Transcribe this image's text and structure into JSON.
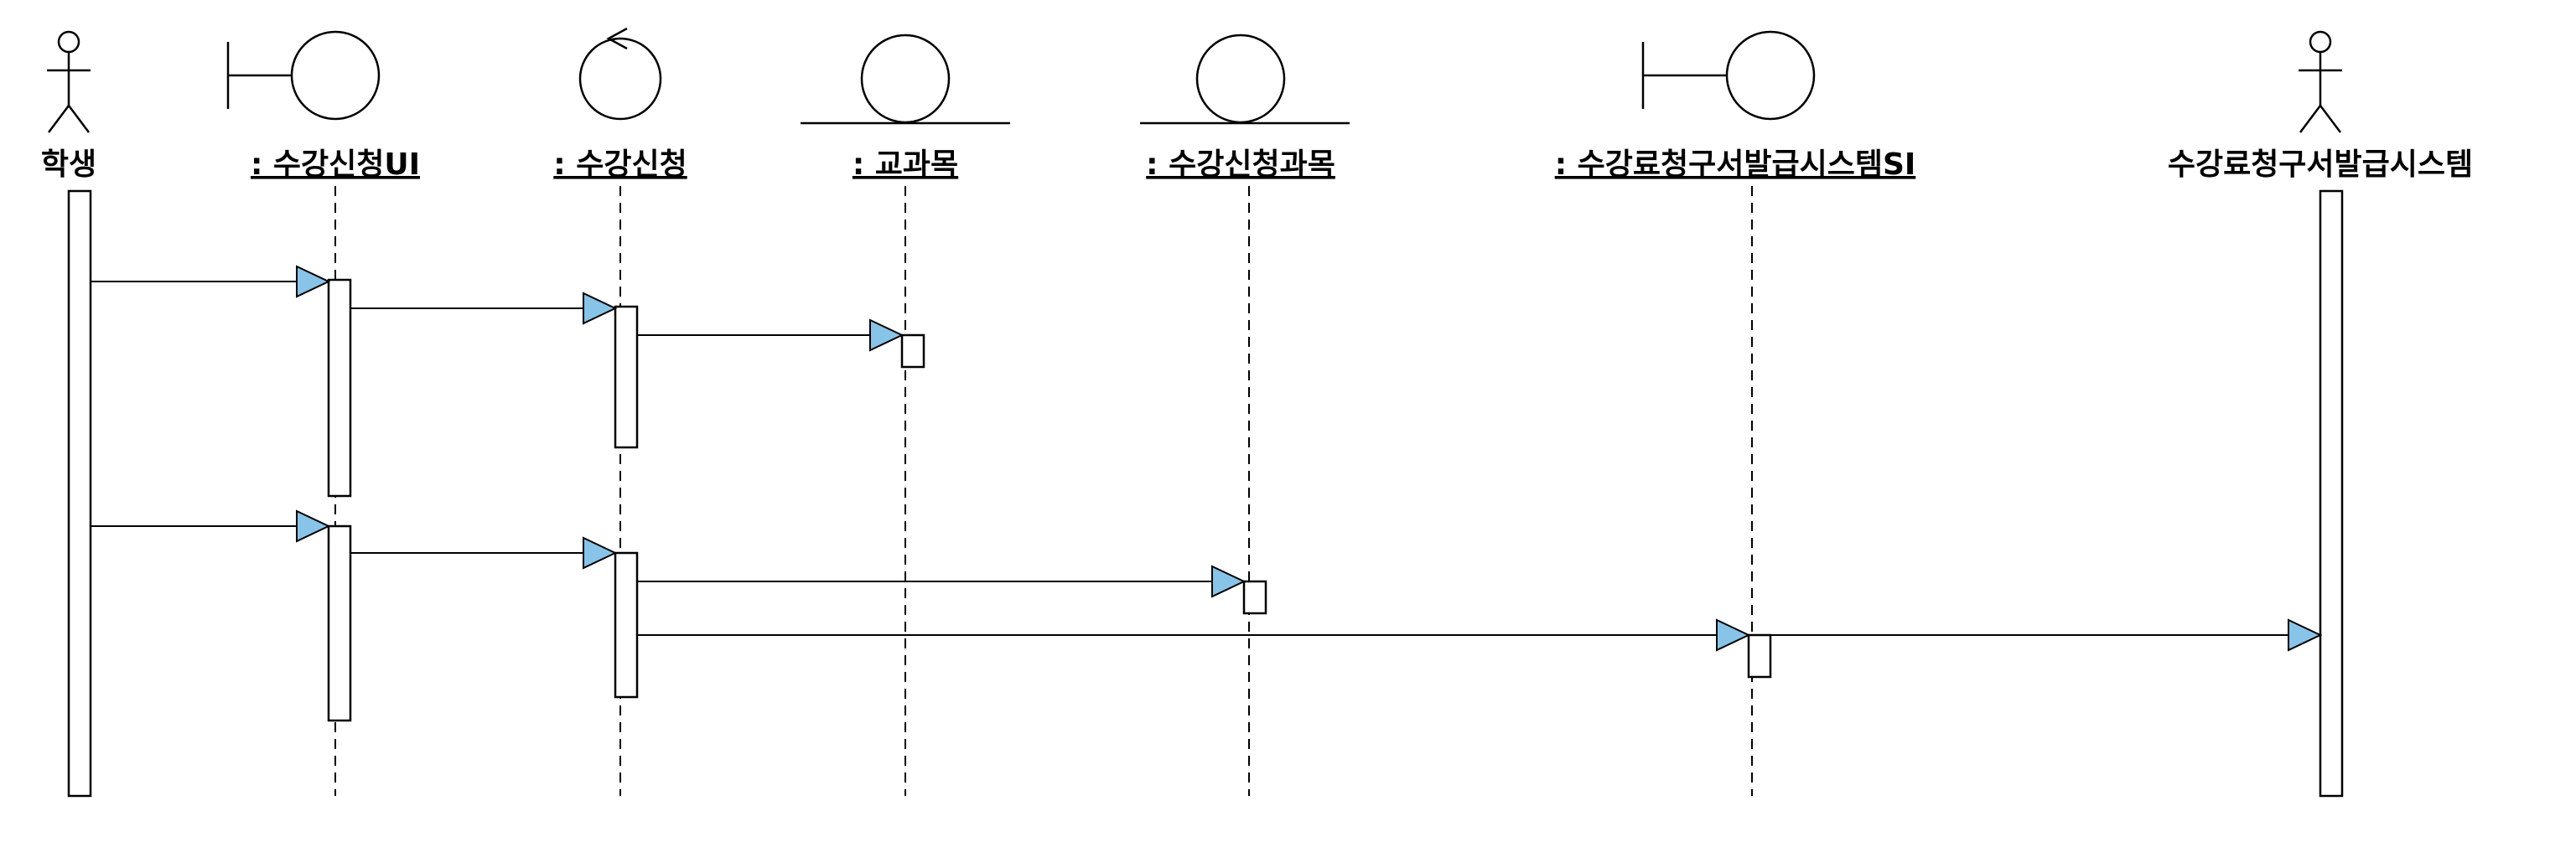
{
  "diagram": {
    "type": "uml-sequence",
    "arrowhead_color": "#87c4e8",
    "line_color": "#000000",
    "lifelines": [
      {
        "id": "student",
        "kind": "actor",
        "label": "학생"
      },
      {
        "id": "reg_ui",
        "kind": "boundary",
        "label": ": 수강신청UI"
      },
      {
        "id": "reg_ctrl",
        "kind": "control",
        "label": ": 수강신청"
      },
      {
        "id": "course",
        "kind": "entity",
        "label": ": 교과목"
      },
      {
        "id": "reg_course",
        "kind": "entity",
        "label": ": 수강신청과목"
      },
      {
        "id": "bill_si",
        "kind": "boundary",
        "label": ": 수강료청구서발급시스템SI"
      },
      {
        "id": "bill_sys",
        "kind": "actor",
        "label": "수강료청구서발급시스템"
      }
    ],
    "messages": [
      {
        "from": "student",
        "to": "reg_ui",
        "order": 1
      },
      {
        "from": "reg_ui",
        "to": "reg_ctrl",
        "order": 2
      },
      {
        "from": "reg_ctrl",
        "to": "course",
        "order": 3
      },
      {
        "from": "student",
        "to": "reg_ui",
        "order": 4
      },
      {
        "from": "reg_ui",
        "to": "reg_ctrl",
        "order": 5
      },
      {
        "from": "reg_ctrl",
        "to": "reg_course",
        "order": 6
      },
      {
        "from": "reg_ctrl",
        "to": "bill_si",
        "order": 7
      },
      {
        "from": "bill_si",
        "to": "bill_sys",
        "order": 8
      }
    ]
  }
}
